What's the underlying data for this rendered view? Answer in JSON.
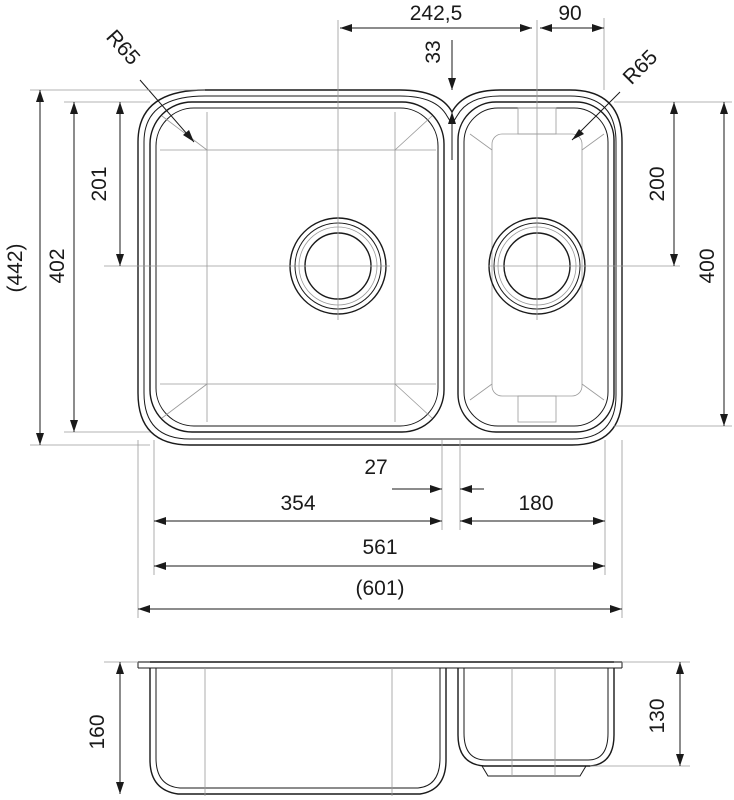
{
  "top_view": {
    "dimensions": {
      "drain_offset": "242,5",
      "small_bowl_offset": "90",
      "divider_dip": "33",
      "radius_large": "R65",
      "radius_small": "R65",
      "large_half_depth": "201",
      "large_bowl_depth": "402",
      "overall_depth": "(442)",
      "small_half_depth": "200",
      "small_bowl_depth": "400",
      "divider_width": "27",
      "large_bowl_width": "354",
      "small_bowl_width": "180",
      "bowls_total_width": "561",
      "overall_width": "(601)"
    }
  },
  "side_view": {
    "dimensions": {
      "large_bowl_height": "160",
      "small_bowl_height": "130"
    }
  }
}
